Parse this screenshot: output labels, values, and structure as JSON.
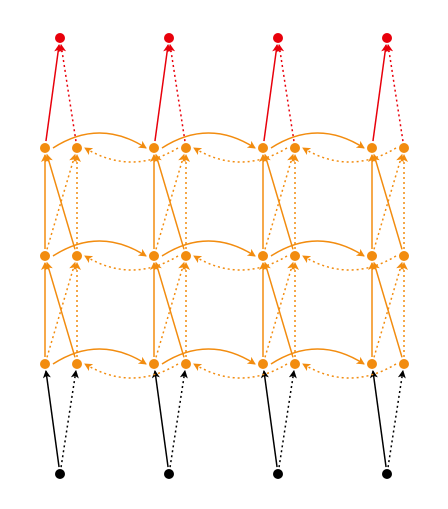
{
  "diagram": {
    "colors": {
      "input": "#000000",
      "hidden": "#f28c0f",
      "output": "#e8000b",
      "background": "#ffffff"
    },
    "columns": 4,
    "hidden_layers": 3,
    "edge_styles": {
      "forward_connection": "solid",
      "backward_connection": "dotted"
    },
    "glyphs": {
      "node": "filled-circle",
      "arrowhead": "open-arrow"
    }
  }
}
